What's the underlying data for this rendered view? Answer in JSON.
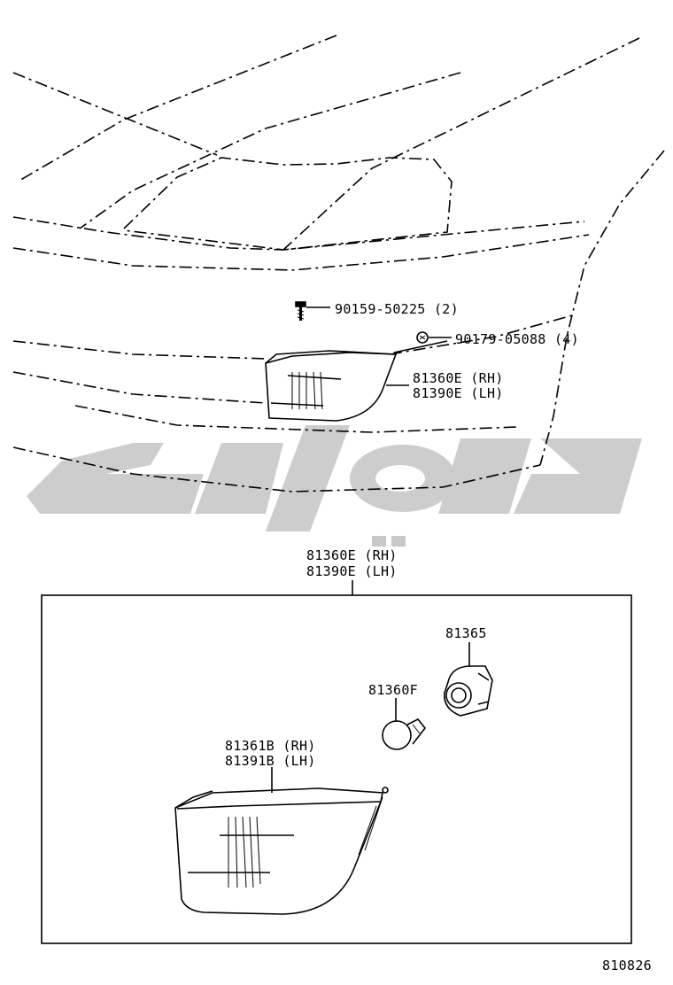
{
  "labels": {
    "bolt_part": "90159-50225 (2)",
    "clip_part": "90179-05088 (4)",
    "lamp_top_rh": "81360E (RH)",
    "lamp_top_lh": "81390E (LH)",
    "box_title_rh": "81360E (RH)",
    "box_title_lh": "81390E (LH)",
    "socket_part": "81365",
    "bulb_part": "81360F",
    "lens_rh": "81361B (RH)",
    "lens_lh": "81391B (LH)",
    "diagram_id": "810826"
  },
  "colors": {
    "line": "#000000",
    "watermark": "#c8c8c8"
  }
}
